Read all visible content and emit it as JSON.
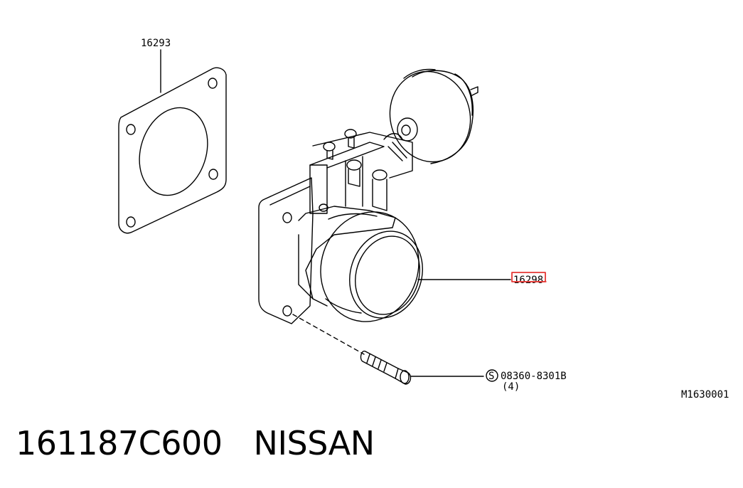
{
  "diagram": {
    "labels": {
      "gasket_part": "16293",
      "throttle_part": "16298",
      "bolt_part": "08360-8301B",
      "bolt_qty": "(4)",
      "figure_code": "M1630001"
    },
    "highlight_color": "#e53935"
  },
  "footer": {
    "part_number": "161187C600",
    "brand": "NISSAN"
  }
}
